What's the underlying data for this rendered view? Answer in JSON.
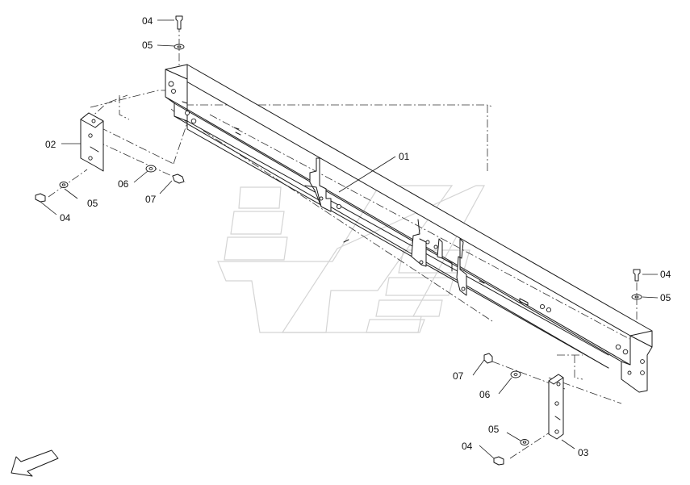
{
  "callouts": {
    "c01": "01",
    "c02": "02",
    "c03": "03",
    "c04_top": "04",
    "c05_top": "05",
    "c04_left": "04",
    "c05_left": "05",
    "c06_left": "06",
    "c07_left": "07",
    "c04_right": "04",
    "c05_right": "05",
    "c06_right": "06",
    "c07_right": "07",
    "c05_bottom": "05",
    "c04_bottom": "04"
  },
  "icons": {
    "direction_arrow": "arrow-down-left-icon",
    "watermark": "brand-logo-watermark"
  }
}
